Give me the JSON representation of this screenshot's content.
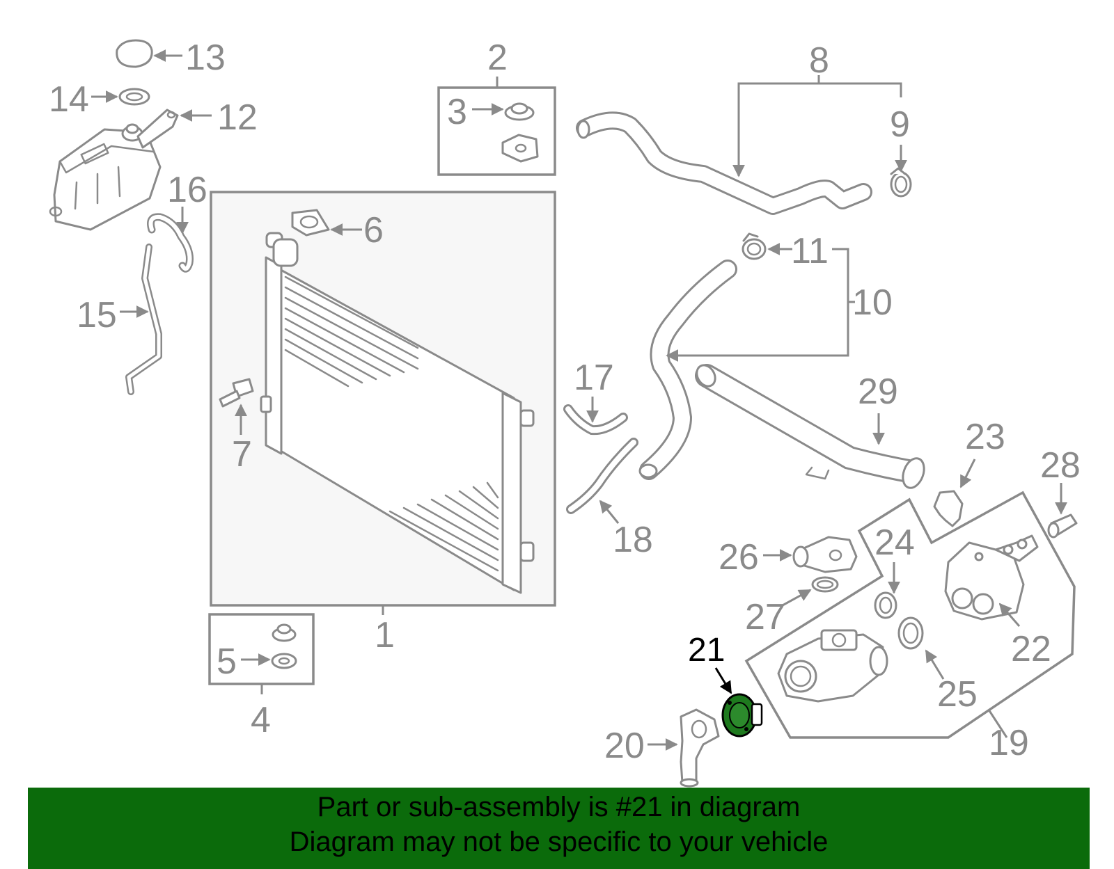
{
  "highlight_color": "#0b6b0b",
  "line_color": "#8a8a8a",
  "callouts": [
    {
      "id": "1",
      "label": "1"
    },
    {
      "id": "2",
      "label": "2"
    },
    {
      "id": "3",
      "label": "3"
    },
    {
      "id": "4",
      "label": "4"
    },
    {
      "id": "5",
      "label": "5"
    },
    {
      "id": "6",
      "label": "6"
    },
    {
      "id": "7",
      "label": "7"
    },
    {
      "id": "8",
      "label": "8"
    },
    {
      "id": "9",
      "label": "9"
    },
    {
      "id": "10",
      "label": "10"
    },
    {
      "id": "11",
      "label": "11"
    },
    {
      "id": "12",
      "label": "12"
    },
    {
      "id": "13",
      "label": "13"
    },
    {
      "id": "14",
      "label": "14"
    },
    {
      "id": "15",
      "label": "15"
    },
    {
      "id": "16",
      "label": "16"
    },
    {
      "id": "17",
      "label": "17"
    },
    {
      "id": "18",
      "label": "18"
    },
    {
      "id": "19",
      "label": "19"
    },
    {
      "id": "20",
      "label": "20"
    },
    {
      "id": "21",
      "label": "21"
    },
    {
      "id": "22",
      "label": "22"
    },
    {
      "id": "23",
      "label": "23"
    },
    {
      "id": "24",
      "label": "24"
    },
    {
      "id": "25",
      "label": "25"
    },
    {
      "id": "26",
      "label": "26"
    },
    {
      "id": "27",
      "label": "27"
    },
    {
      "id": "28",
      "label": "28"
    },
    {
      "id": "29",
      "label": "29"
    }
  ],
  "highlighted_part": "21",
  "banner": {
    "line1": "Part or sub-assembly is #21 in diagram",
    "line2": "Diagram may not be specific to your vehicle"
  }
}
